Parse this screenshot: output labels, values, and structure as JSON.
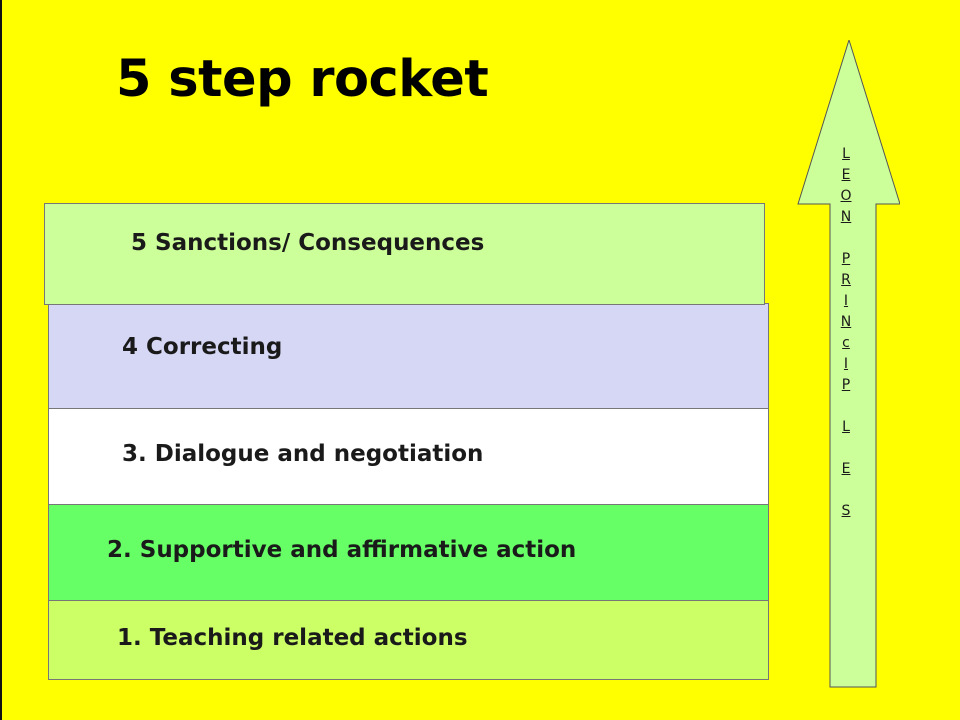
{
  "slide": {
    "title": "5 step rocket",
    "background": "#ffff00"
  },
  "steps": [
    {
      "label": "1. Teaching  related  actions",
      "color": "#ccff66"
    },
    {
      "label": "2. Supportive and affirmative action",
      "color": "#66ff66"
    },
    {
      "label": "3. Dialogue and negotiation",
      "color": "#ffffff"
    },
    {
      "label": "4 Correcting",
      "color": "#d6d6f5"
    },
    {
      "label": "5 Sanctions/ Consequences",
      "color": "#ccff99"
    }
  ],
  "arrow": {
    "text": "L\nE\nO\nN\n\nP\nR\nI\nN\nc\nI\nP\n\nL\n\nE\n\nS",
    "color": "#ccff99",
    "shape": "up-arrow"
  }
}
